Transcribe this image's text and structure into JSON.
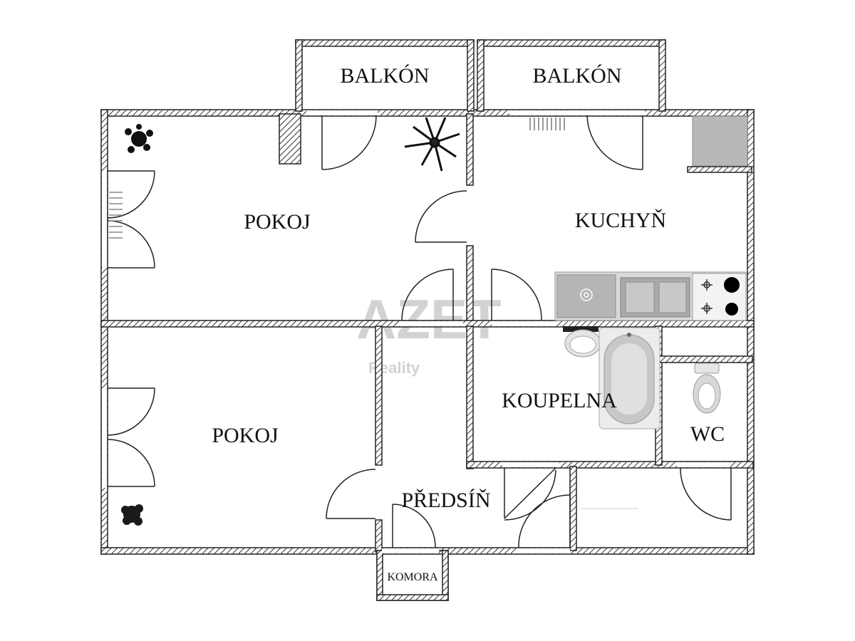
{
  "rooms": {
    "balcony_left": "BALKÓN",
    "balcony_right": "BALKÓN",
    "room_upper": "POKOJ",
    "kitchen": "KUCHYŇ",
    "room_lower": "POKOJ",
    "bathroom": "KOUPELNA",
    "wc": "WC",
    "hallway": "PŘEDSÍŇ",
    "pantry": "KOMORA"
  },
  "watermark": {
    "brand": "AZET",
    "sub": "Reality"
  },
  "colors": {
    "wall": "#2b2b2b",
    "fixture": "#bdbdbd",
    "watermark": "#d2d2d2"
  }
}
